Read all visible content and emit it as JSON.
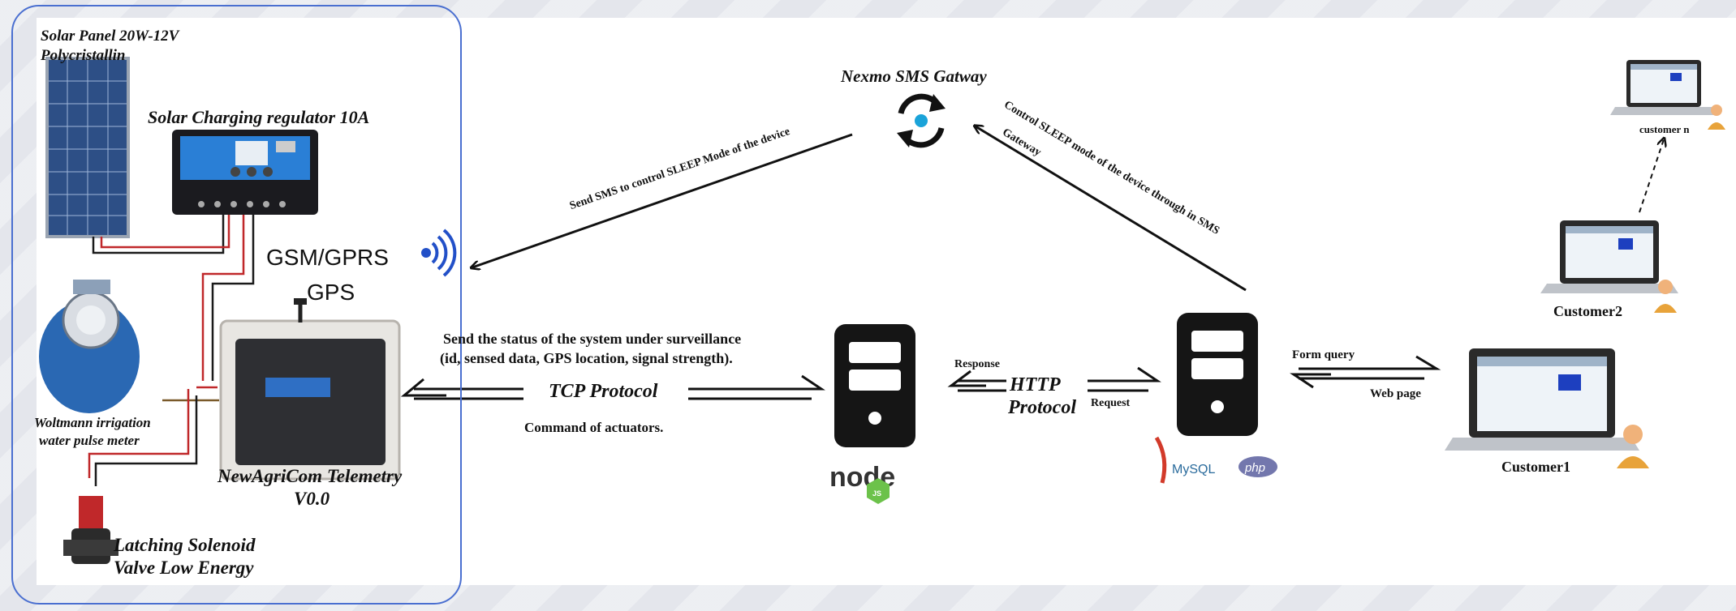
{
  "labels": {
    "solar_panel": "Solar Panel 20W-12V",
    "solar_panel_sub": "Polycristallin",
    "charging_regulator": "Solar Charging regulator 10A",
    "gsm_gprs": "GSM/GPRS",
    "gps": "GPS",
    "woltmann_1": "Woltmann irrigation",
    "woltmann_2": "water pulse meter",
    "telemetry_1": "NewAgriCom Telemetry",
    "telemetry_2": "V0.0",
    "solenoid_1": "Latching Solenoid",
    "solenoid_2": "Valve Low Energy",
    "nexmo": "Nexmo SMS Gatway",
    "sms_left": "Send SMS to control SLEEP Mode of the device",
    "sms_right_1": "Control SLEEP mode of the device through in SMS",
    "sms_right_2": "Gateway",
    "status_1": "Send the status of the system under surveillance",
    "status_2": "(id, sensed data, GPS location, signal strength).",
    "tcp": "TCP Protocol",
    "command": "Command of actuators.",
    "response": "Response",
    "http_1": "HTTP",
    "http_2": "Protocol",
    "request": "Request",
    "form_query": "Form query",
    "web_page": "Web page",
    "customer_n": "customer n",
    "customer2": "Customer2",
    "customer1": "Customer1",
    "node_logo": "node",
    "node_js": "JS",
    "mysql_logo": "MySQL",
    "php_logo": "php"
  },
  "colors": {
    "frame_border": "#4a6fd0",
    "sync_icon": "#1aa3d9",
    "wire_red": "#c0282a",
    "wire_black": "#1a1a1a",
    "node_green": "#6cc24a",
    "php_purple": "#7377ad"
  }
}
